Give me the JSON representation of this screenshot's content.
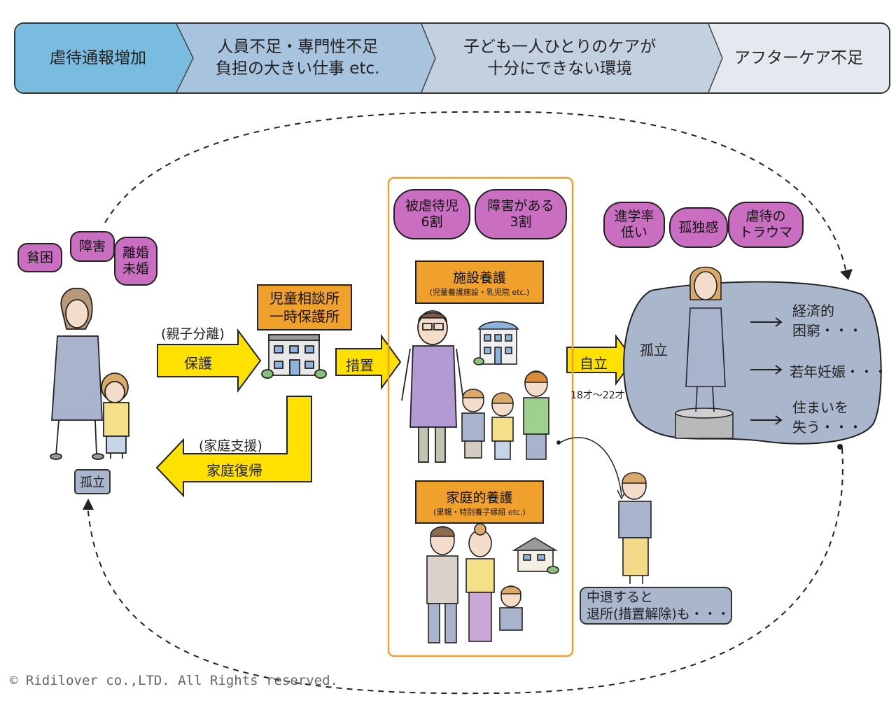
{
  "banner": {
    "steps": [
      {
        "label": "虐待通報増加",
        "color": "#79bcdf"
      },
      {
        "label": "人員不足・専門性不足\n負担の大きい仕事 etc.",
        "color": "#a7c3de"
      },
      {
        "label": "子ども一人ひとりのケアが\n十分にできない環境",
        "color": "#c3d0e0"
      },
      {
        "label": "アフターケア不足",
        "color": "#e4e9f0"
      }
    ]
  },
  "family": {
    "bubbles": [
      "貧困",
      "障害",
      "離婚\n未婚"
    ],
    "isolation_tag": "孤立"
  },
  "arrows": {
    "protect_top": "(親子分離)",
    "protect": "保護",
    "return_top": "(家庭支援)",
    "return": "家庭復帰",
    "placement": "措置",
    "independence": "自立",
    "age_range": "18才〜22才"
  },
  "center": {
    "title_line1": "児童相談所",
    "title_line2": "一時保護所"
  },
  "institution": {
    "bubbles": [
      "被虐待児\n6割",
      "障害がある\n3割"
    ],
    "facility_title": "施設養護",
    "facility_sub": "(児童養護施設・乳児院 etc.)",
    "family_title": "家庭的養護",
    "family_sub": "(里親・特別養子縁組 etc.)"
  },
  "after": {
    "bubbles": [
      "進学率\n低い",
      "孤独感",
      "虐待の\nトラウマ"
    ],
    "isolation": "孤立",
    "outcomes": [
      "経済的\n困窮・・・",
      "若年妊娠・・・",
      "住まいを\n失う・・・"
    ]
  },
  "dropout": {
    "caption": "中退すると\n退所(措置解除)も・・・"
  },
  "copyright": "© Ridilover co.,LTD. All Rights reserved."
}
